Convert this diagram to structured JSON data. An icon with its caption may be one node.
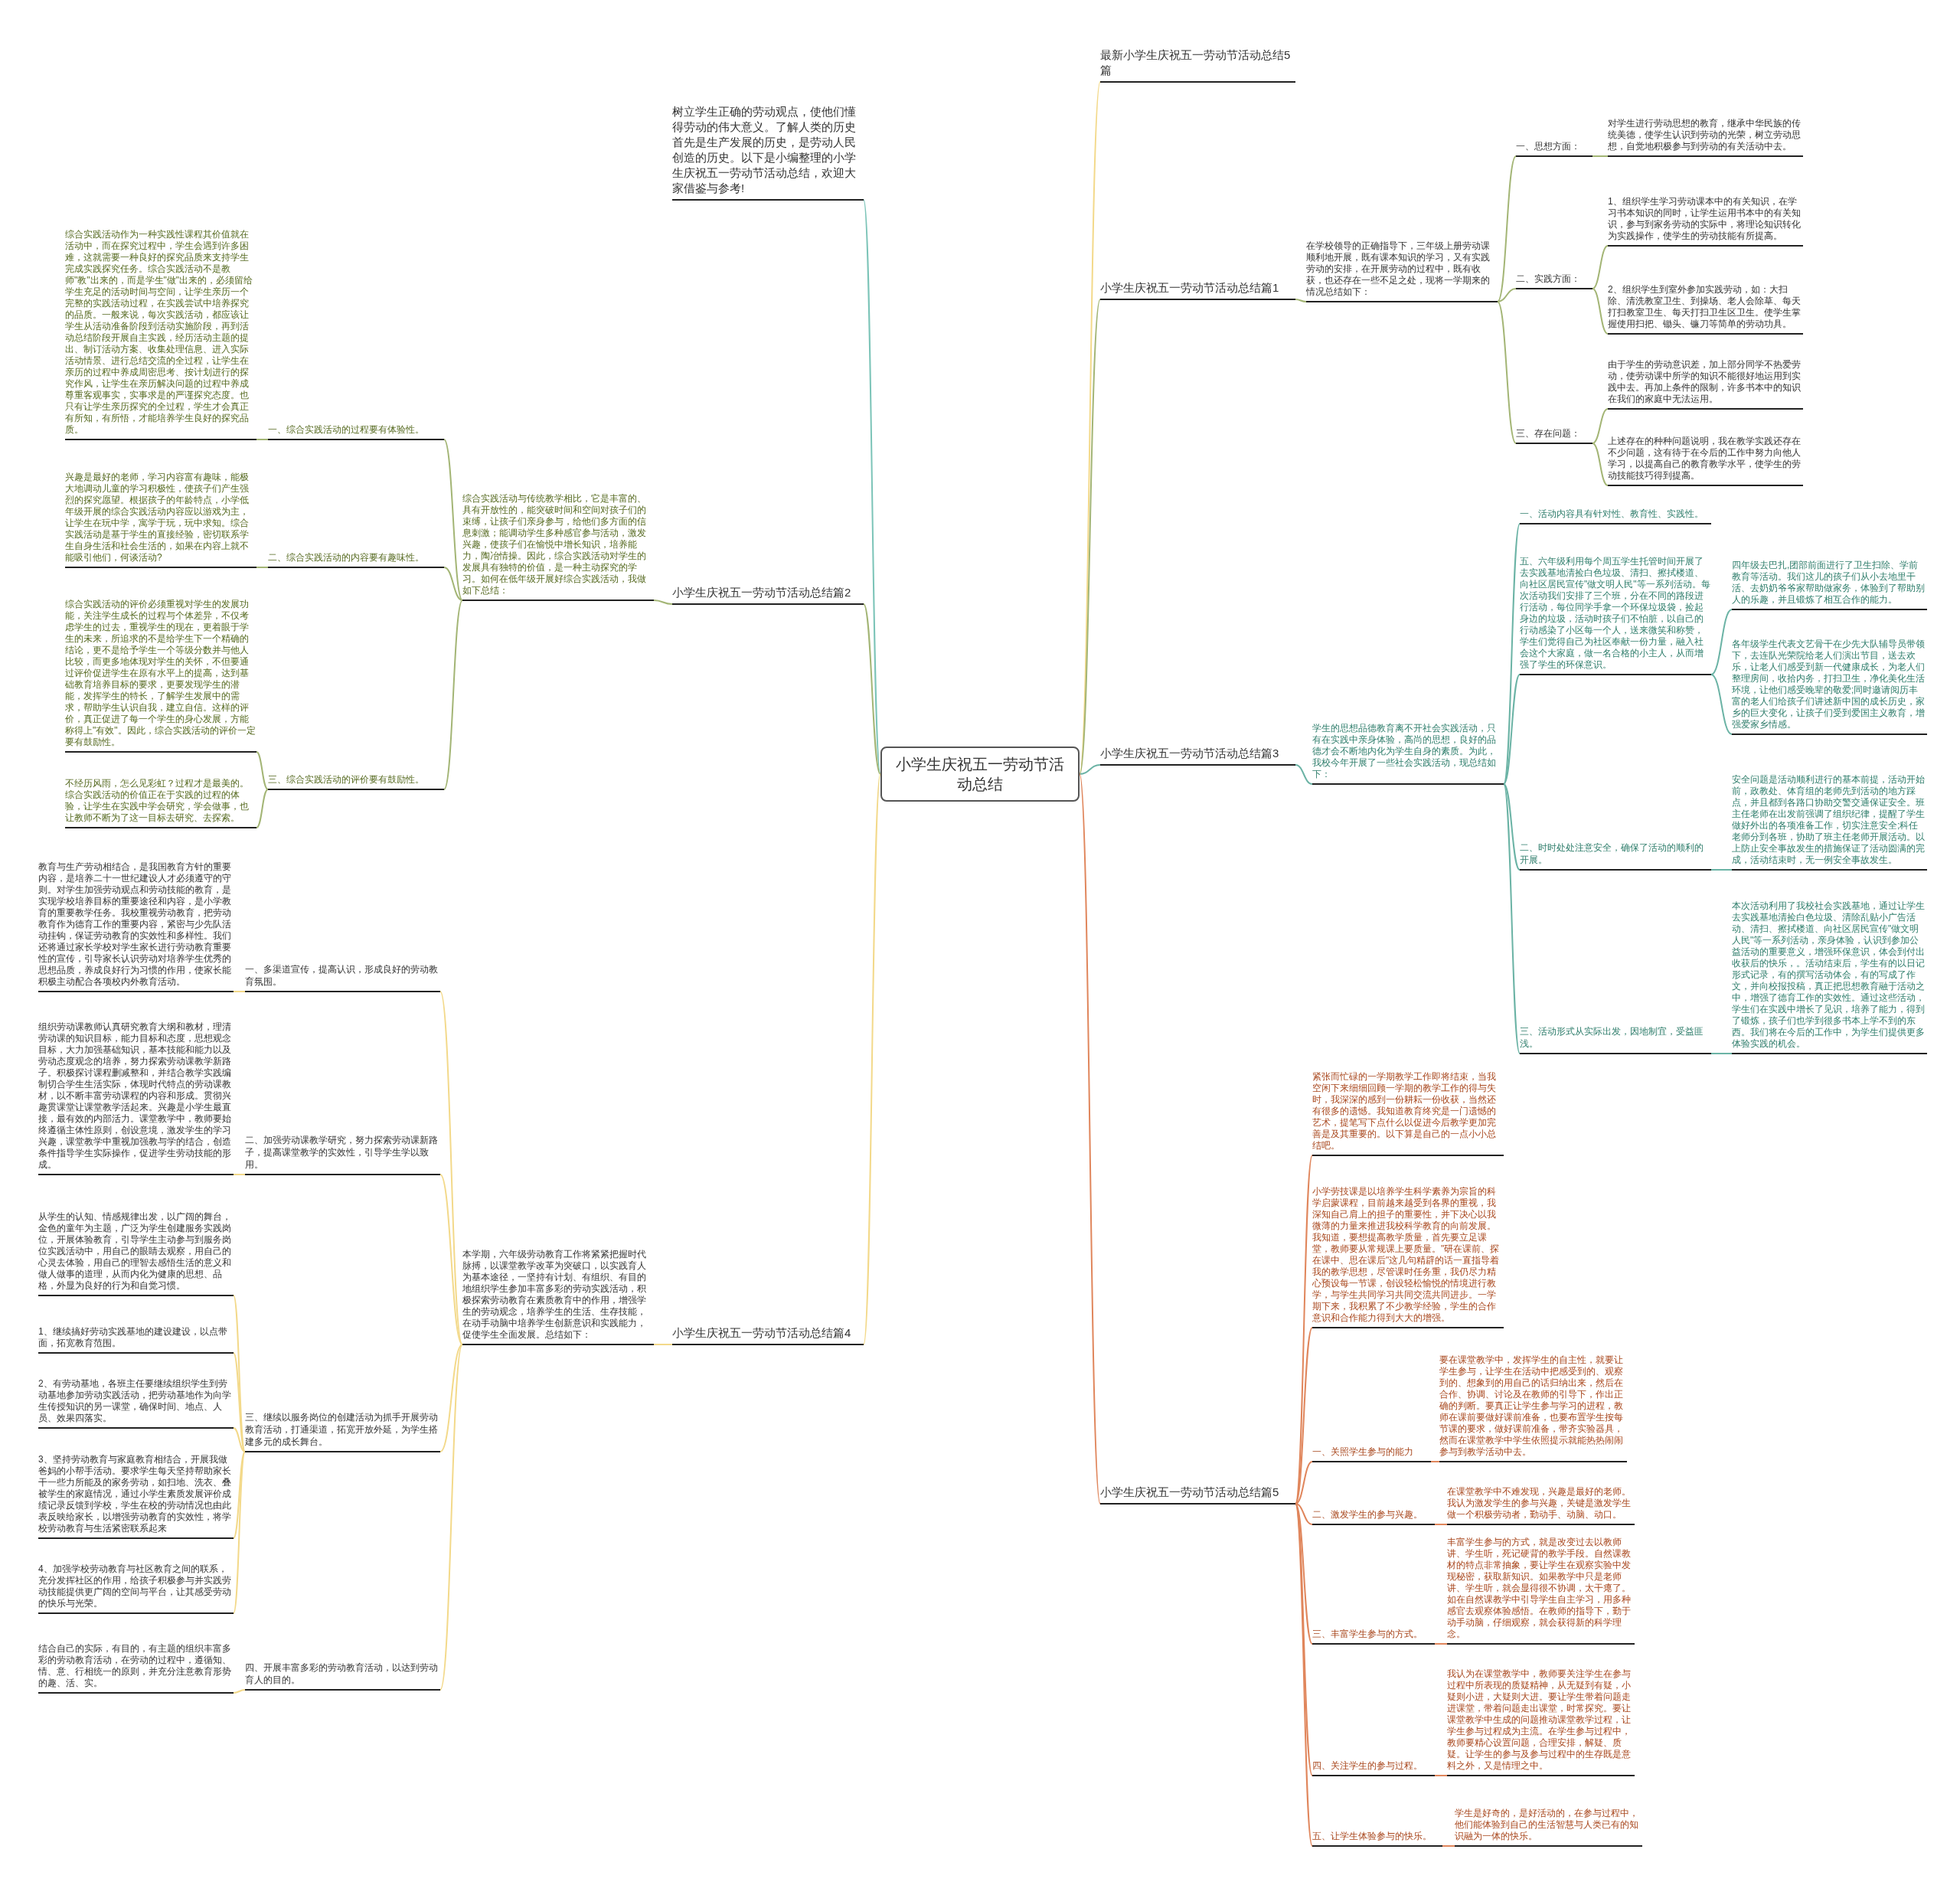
{
  "diagram": {
    "nodes": [
      {
        "text": [
          "小学生庆祝五一劳动节活动总结"
        ]
      },
      {
        "text": [
          "最新小学生庆祝五一劳动节活动总结5篇"
        ]
      },
      {
        "text": [
          "树立学生正确的劳动观点，使他们懂得劳动的伟大意义。了解人类的历史首先是生产发展的历史，是劳动人民创造的历史。以下是小编整理的小学生庆祝五一劳动节活动总结，欢迎大家借鉴与参考!"
        ]
      },
      {
        "text": [
          "小学生庆祝五一劳动节活动总结篇1"
        ]
      },
      {
        "text": [
          "在学校领导的正确指导下，三年级上册劳动课顺利地开展，既有课本知识的学习，又有实践劳动的安排，在开展劳动的过程中，既有收获，也还存在一些不足之处，现将一学期来的情况总结如下："
        ]
      },
      {
        "text": [
          "一、思想方面："
        ]
      },
      {
        "text": [
          "对学生进行劳动思想的教育，继承中华民族的传统美德，使学生认识到劳动的光荣，树立劳动思想，自觉地积极参与到劳动的有关活动中去。"
        ]
      },
      {
        "text": [
          "二、实践方面："
        ]
      },
      {
        "text": [
          "1、组织学生学习劳动课本中的有关知识，在学习书本知识的同时，让学生运用书本中的有关知识，参与到家务劳动的实际中，将理论知识转化为实践操作，使学生的劳动技能有所提高。"
        ]
      },
      {
        "text": [
          "2、组织学生到室外参加实践劳动，如：大扫除、清洗教室卫生、到操场、老人会除草、每天打扫教室卫生、每天打扫卫生区卫生。使学生掌握使用扫把、锄头、镰刀等简单的劳动功具。"
        ]
      },
      {
        "text": [
          "三、存在问题："
        ]
      },
      {
        "text": [
          "由于学生的劳动意识差，加上部分同学不热爱劳动，使劳动课中所学的知识不能很好地运用到实践中去。再加上条件的限制，许多书本中的知识在我们的家庭中无法运用。"
        ]
      },
      {
        "text": [
          "上述存在的种种问题说明，我在教学实践还存在不少问题，这有待于在今后的工作中努力向他人学习，以提高自己的教育教学水平，使学生的劳动技能技巧得到提高。"
        ]
      },
      {
        "text": [
          "小学生庆祝五一劳动节活动总结篇2"
        ]
      },
      {
        "text": [
          "综合实践活动与传统教学相比，它是丰富的、具有开放性的，能突破时间和空间对孩子们的束缚，让孩子们亲身参与，给他们多方面的信息刺激；能调动学生多种感官参与活动，激发兴趣，使孩子们在愉悦中增长知识，培养能力，陶冶情操。因此，综合实践活动对学生的发展具有独特的价值，是一种主动探究的学习。如何在低年级开展好综合实践活动，我做如下总结："
        ]
      },
      {
        "text": [
          "一、综合实践活动的过程要有体验性。"
        ]
      },
      {
        "text": [
          "综合实践活动作为一种实践性课程其价值就在活动中，而在探究过程中，学生会遇到许多困难，这就需要一种良好的探究品质来支持学生完成实践探究任务。综合实践活动不是教师\"教\"出来的，而是学生\"做\"出来的，必须留给学生充足的活动时间与空间，让学生亲历一个完整的实践活动过程，在实践尝试中培养探究的品质。一般来说，每次实践活动，都应该让学生从活动准备阶段到活动实施阶段，再到活动总结阶段开展自主实践，经历活动主题的提出、制订活动方案、收集处理信息、进入实际活动情景、进行总结交流的全过程，让学生在亲历的过程中养成周密思考、按计划进行的探究作风，让学生在亲历解决问题的过程中养成尊重客观事实，实事求是的严谨探究态度。也只有让学生亲历探究的全过程，学生才会真正有所知，有所悟，才能培养学生良好的探究品质。"
        ]
      },
      {
        "text": [
          "二、综合实践活动的内容要有趣味性。"
        ]
      },
      {
        "text": [
          "兴趣是最好的老师，学习内容富有趣味，能极大地调动儿童的学习积极性，使孩子们产生强烈的探究愿望。根据孩子的年龄特点，小学低年级开展的综合实践活动内容应以游戏为主，让学生在玩中学，寓学于玩，玩中求知。综合实践活动是基于学生的直接经验，密切联系学生自身生活和社会生活的，如果在内容上就不能吸引他们，何谈活动?"
        ]
      },
      {
        "text": [
          "三、综合实践活动的评价要有鼓励性。"
        ]
      },
      {
        "text": [
          "综合实践活动的评价必须重视对学生的发展功能，关注学生成长的过程与个体差异，不仅考虑学生的过去，重视学生的现在，更着眼于学生的未来，所追求的不是给学生下一个精确的结论，更不是给予学生一个等级分数并与他人比较，而更多地体现对学生的关怀，不但要通过评价促进学生在原有水平上的提高，达到基础教育培养目标的要求，更要发现学生的潜能，发挥学生的特长，了解学生发展中的需求，帮助学生认识自我，建立自信。这样的评价，真正促进了每一个学生的身心发展，方能称得上\"有效\"。因此，综合实践活动的评价一定要有鼓励性。"
        ]
      },
      {
        "text": [
          "不经历风雨，怎么见彩虹？过程才是最美的。综合实践活动的价值正在于实践的过程的体验，让学生在实践中学会研究，学会做事，也让教师不断为了这一目标去研究、去探索。"
        ]
      },
      {
        "text": [
          "小学生庆祝五一劳动节活动总结篇3"
        ]
      },
      {
        "text": [
          "学生的思想品德教育离不开社会实践活动，只有在实践中亲身体验，高尚的思想，良好的品德才会不断地内化为学生自身的素质。为此，我校今年开展了一些社会实践活动，现总结如下："
        ]
      },
      {
        "text": [
          "一、活动内容具有针对性、教育性、实践性。"
        ]
      },
      {
        "text": [
          "五、六年级利用每个周五学生托管时间开展了去实践基地清捡白色垃圾、清扫、擦拭楼道、向社区居民宣传\"做文明人民\"等一系列活动。每次活动我们安排了三个班，分在不同的路段进行活动，每位同学手拿一个环保垃圾袋，捡起身边的垃圾，活动时孩子们不怕脏，以自己的行动感染了小区每一个人，送来微笑和称赞，学生们觉得自己为社区奉献一份力量，融入社会这个大家庭，做一名合格的小主人，从而增强了学生的环保意识。"
        ]
      },
      {
        "text": [
          "四年级去巴扎,团部前面进行了卫生扫除、学前教育等活动。我们这儿的孩子们从小去地里干活、去奶奶爷爷家帮助做家务，体验到了帮助别人的乐趣，并且锻炼了相互合作的能力。"
        ]
      },
      {
        "text": [
          "各年级学生代表文艺骨干在少先大队辅导员带领下，去连队光荣院给老人们演出节目，送去欢乐，让老人们感受到新一代健康成长，为老人们整理房间，收拾内务，打扫卫生，净化美化生活环境，让他们感受晚辈的敬爱;同时邀请阅历丰富的老人们给孩子们讲述新中国的成长历史，家乡的巨大变化，让孩子们受到爱国主义教育，增强爱家乡情感。"
        ]
      },
      {
        "text": [
          "二、时时处处注意安全，确保了活动的顺利的开展。"
        ]
      },
      {
        "text": [
          "安全问题是活动顺利进行的基本前提，活动开始前，政教处、体育组的老师先到活动的地方踩点，并且都到各路口协助交警交通保证安全。班主任老师在出发前强调了组织纪律，提醒了学生做好外出的各项准备工作，切实注意安全;科任老师分到各班，协助了班主任老师开展活动。以上防止安全事故发生的措施保证了活动圆满的完成，活动结束时，无一例安全事故发生。"
        ]
      },
      {
        "text": [
          "三、活动形式从实际出发，因地制宜，受益匪浅。"
        ]
      },
      {
        "text": [
          "本次活动利用了我校社会实践基地，通过让学生去实践基地清捡白色垃圾、清除乱贴小广告活动、清扫、擦拭楼道、向社区居民宣传\"做文明人民\"等一系列活动，亲身体验，认识到参加公益活动的重要意义，增强环保意识，体会到付出收获后的快乐，。活动结束后，学生有的以日记形式记录，有的撰写活动体会，有的写成了作文，并向校报投稿，真正把思想教育融于活动之中，增强了德育工作的实效性。通过这些活动，学生们在实践中增长了见识，培养了能力，得到了锻炼，孩子们也学到很多书本上学不到的东西。我们将在今后的工作中，为学生们提供更多体验实践的机会。"
        ]
      },
      {
        "text": [
          "小学生庆祝五一劳动节活动总结篇4"
        ]
      },
      {
        "text": [
          "本学期，六年级劳动教育工作将紧紧把握时代脉搏，以课堂教学改革为突破口，以实践育人为基本途径，一坚持有计划、有组织、有目的地组织学生参加丰富多彩的劳动实践活动，积极探索劳动教育在素质教育中的作用，增强学生的劳动观念，培养学生的生活、生存技能，在动手动脑中培养学生创新意识和实践能力，促使学生全面发展。总结如下："
        ]
      },
      {
        "text": [
          "一、多渠道宣传，提高认识，形成良好的劳动教育氛围。"
        ]
      },
      {
        "text": [
          "教育与生产劳动相结合，是我国教育方针的重要内容，是培养二十一世纪建设人才必须遵守的守则。对学生加强劳动观点和劳动技能的教育，是实现学校培养目标的重要途径和内容，是小学教育的重要教学任务。我校重视劳动教育，把劳动教育作为德育工作的重要内容，紧密与少先队活动挂钩，保证劳动教育的实效性和多样性。我们还将通过家长学校对学生家长进行劳动教育重要性的宣传，引导家长认识劳动对培养学生优秀的思想品质，养成良好行为习惯的作用，使家长能积极主动配合各项校内外教育活动。"
        ]
      },
      {
        "text": [
          "二、加强劳动课教学研究，努力探索劳动课新路子，提高课堂教学的实效性，引导学生学以致用。"
        ]
      },
      {
        "text": [
          "组织劳动课教师认真研究教育大纲和教材，理清劳动课的知识目标，能力目标和态度，思想观念目标，大力加强基础知识，基本技能和能力以及劳动态度观念的培养，努力探索劳动课教学新路子。积极探讨课程删减整和，并结合教学实践编制切合学生生活实际，体现时代特点的劳动课教材，以不断丰富劳动课程的内容和形成。贯彻兴趣贯课堂让课堂教学活起来。兴趣是小学生最直接，最有效的内部活力。课堂教学中，教师要始终遵循主体性原则，创设意境，激发学生的学习兴趣，课堂教学中重视加强教与学的结合，创造条件指导学生实际操作，促进学生劳动技能的形成。"
        ]
      },
      {
        "text": [
          "三、继续以服务岗位的创建活动为抓手开展劳动教育活动，打通渠道，拓宽开放外延，为学生搭建多元的成长舞台。"
        ]
      },
      {
        "text": [
          "从学生的认知、情感规律出发，以广阔的舞台，金色的童年为主题，广泛为学生创建服务实践岗位，开展体验教育，引导学生主动参与到服务岗位实践活动中，用自己的眼睛去观察，用自己的心灵去体验，用自己的理智去感悟生活的意义和做人做事的道理，从而内化为健康的思想、品格，外显为良好的行为和自觉习惯。"
        ]
      },
      {
        "text": [
          "1、继续搞好劳动实践基地的建设建设，以点带面，拓宽教育范围。"
        ]
      },
      {
        "text": [
          "2、有劳动基地，各班主任要继续组织学生到劳动基地参加劳动实践活动，把劳动基地作为向学生传授知识的另一课堂，确保时间、地点、人员、效果四落实。"
        ]
      },
      {
        "text": [
          "3、坚持劳动教育与家庭教育相结合，开展我做爸妈的小帮手活动。要求学生每天坚持帮助家长干一些力所能及的家务劳动，如扫地、洗衣、叠被学生的家庭情况，通过小学生素质发展评价成绩记录反馈到学校，学生在校的劳动情况也由此表反映给家长，以增强劳动教育的实效性，将学校劳动教育与生活紧密联系起来"
        ]
      },
      {
        "text": [
          "4、加强学校劳动教育与社区教育之间的联系，充分发挥社区的作用，给孩子积极参与并实践劳动技能提供更广阔的空间与平台，让其感受劳动的快乐与光荣。"
        ]
      },
      {
        "text": [
          "四、开展丰富多彩的劳动教育活动，以达到劳动育人的目的。"
        ]
      },
      {
        "text": [
          "结合自己的实际，有目的，有主题的组织丰富多彩的劳动教育活动，在劳动的过程中，遵循知、情、意、行相统一的原则，并充分注意教育形势的趣、活、实。"
        ]
      },
      {
        "text": [
          "小学生庆祝五一劳动节活动总结篇5"
        ]
      },
      {
        "text": [
          "紧张而忙碌的一学期教学工作即将结束，当我空闲下来细细回顾一学期的教学工作的得与失时，我深深的感到一份耕耘一份收获，当然还有很多的遗憾。我知道教育终究是一门遗憾的艺术，提笔写下点什么以促进今后教学更加完善是及其重要的。以下算是自己的一点小小总结吧。"
        ]
      },
      {
        "text": [
          "小学劳技课是以培养学生科学素养为宗旨的科学启蒙课程，目前越来越受到各界的重视，我深知自己肩上的担子的重要性，并下决心以我微薄的力量来推进我校科学教育的向前发展。我知道，要想提高教学质量，首先要立足课堂，教师要从常规课上要质量。\"研在课前、探在课中、思在课后\"这几句精辟的话一直指导着我的教学思想，尽管课时任务重，我仍尽力精心预设每一节课，创设轻松愉悦的情境进行教学，与学生共同学习共同交流共同进步。一学期下来，我积累了不少教学经验，学生的合作意识和合作能力得到大大的增强。"
        ]
      },
      {
        "text": [
          "一、关照学生参与的能力"
        ]
      },
      {
        "text": [
          "要在课堂教学中，发挥学生的自主性，就要让学生参与，让学生在活动中把感受到的、观察到的、想象到的用自己的话归纳出来，然后在合作、协调、讨论及在教师的引导下，作出正确的判断。要真正让学生参与学习的进程，教师在课前要做好课前准备，也要布置学生按每节课的要求，做好课前准备，带齐实验器具，然而在课堂教学中学生依照提示就能热热闹闹参与到教学活动中去。"
        ]
      },
      {
        "text": [
          "二、激发学生的参与兴趣。"
        ]
      },
      {
        "text": [
          "在课堂教学中不难发现，兴趣是最好的老师。我认为激发学生的参与兴趣，关键是激发学生做一个积极劳动者，勤动手、动脑、动口。"
        ]
      },
      {
        "text": [
          "三、丰富学生参与的方式。"
        ]
      },
      {
        "text": [
          "丰富学生参与的方式，就是改变过去以教师讲、学生听，死记硬背的教学手段。自然课教材的特点非常抽象，要让学生在观察实验中发现秘密，获取新知识。如果教学中只是老师讲、学生听，就会显得很不协调，太干瘪了。如在自然课教学中引导学生自主学习，用多种感官去观察体验感悟。在教师的指导下，勤于动手动脑，仔细观察，就会获得新的科学理念。"
        ]
      },
      {
        "text": [
          "四、关注学生的参与过程。"
        ]
      },
      {
        "text": [
          "我认为在课堂教学中，教师要关注学生在参与过程中所表现的质疑精神，从无疑到有疑，小疑则小进，大疑则大进。要让学生带着问题走进课堂，带着问题走出课堂，时常探究。要让课堂教学中生成的问题推动课堂教学过程，让学生参与过程成为主流。在学生参与过程中，教师要精心设置问题，合理安排，解疑、质疑。让学生的参与及参与过程中的生存既是意料之外，又是情理之中。"
        ]
      },
      {
        "text": [
          "五、让学生体验参与的快乐。"
        ]
      },
      {
        "text": [
          "学生是好奇的，是好活动的，在参与过程中，他们能体验到自己的生活智慧与人类已有的知识融为一体的快乐。"
        ]
      }
    ],
    "edges": [
      {
        "from": 0,
        "to": 1,
        "arrow": "none",
        "color": "#f3d98a"
      },
      {
        "from": 0,
        "to": 2,
        "arrow": "none",
        "color": "#7cc4b8"
      },
      {
        "from": 0,
        "to": 3,
        "arrow": "none",
        "color": "#a3b575"
      },
      {
        "from": 3,
        "to": 4,
        "arrow": "none",
        "color": "#a3b575"
      },
      {
        "from": 4,
        "to": 5,
        "arrow": "none",
        "color": "#a3b575"
      },
      {
        "from": 5,
        "to": 6,
        "arrow": "none",
        "color": "#a3b575"
      },
      {
        "from": 4,
        "to": 7,
        "arrow": "none",
        "color": "#a3b575"
      },
      {
        "from": 7,
        "to": 8,
        "arrow": "none",
        "color": "#a3b575"
      },
      {
        "from": 7,
        "to": 9,
        "arrow": "none",
        "color": "#a3b575"
      },
      {
        "from": 4,
        "to": 10,
        "arrow": "none",
        "color": "#a3b575"
      },
      {
        "from": 10,
        "to": 11,
        "arrow": "none",
        "color": "#a3b575"
      },
      {
        "from": 10,
        "to": 12,
        "arrow": "none",
        "color": "#a3b575"
      },
      {
        "from": 0,
        "to": 13,
        "arrow": "none",
        "color": "#a3b575"
      },
      {
        "from": 13,
        "to": 14,
        "arrow": "none",
        "color": "#a3b575"
      },
      {
        "from": 14,
        "to": 15,
        "arrow": "none",
        "color": "#a3b575"
      },
      {
        "from": 15,
        "to": 16,
        "arrow": "none",
        "color": "#a3b575"
      },
      {
        "from": 14,
        "to": 17,
        "arrow": "none",
        "color": "#a3b575"
      },
      {
        "from": 17,
        "to": 18,
        "arrow": "none",
        "color": "#a3b575"
      },
      {
        "from": 14,
        "to": 19,
        "arrow": "none",
        "color": "#a3b575"
      },
      {
        "from": 19,
        "to": 20,
        "arrow": "none",
        "color": "#a3b575"
      },
      {
        "from": 19,
        "to": 21,
        "arrow": "none",
        "color": "#a3b575"
      },
      {
        "from": 0,
        "to": 22,
        "arrow": "none",
        "color": "#6bb3a5"
      },
      {
        "from": 22,
        "to": 23,
        "arrow": "none",
        "color": "#6bb3a5"
      },
      {
        "from": 23,
        "to": 24,
        "arrow": "none",
        "color": "#6bb3a5"
      },
      {
        "from": 23,
        "to": 25,
        "arrow": "none",
        "color": "#6bb3a5"
      },
      {
        "from": 25,
        "to": 26,
        "arrow": "none",
        "color": "#6bb3a5"
      },
      {
        "from": 25,
        "to": 27,
        "arrow": "none",
        "color": "#6bb3a5"
      },
      {
        "from": 23,
        "to": 28,
        "arrow": "none",
        "color": "#6bb3a5"
      },
      {
        "from": 28,
        "to": 29,
        "arrow": "none",
        "color": "#6bb3a5"
      },
      {
        "from": 23,
        "to": 30,
        "arrow": "none",
        "color": "#6bb3a5"
      },
      {
        "from": 30,
        "to": 31,
        "arrow": "none",
        "color": "#6bb3a5"
      },
      {
        "from": 0,
        "to": 32,
        "arrow": "none",
        "color": "#f3d98a"
      },
      {
        "from": 32,
        "to": 33,
        "arrow": "none",
        "color": "#f3d98a"
      },
      {
        "from": 33,
        "to": 34,
        "arrow": "none",
        "color": "#f3d98a"
      },
      {
        "from": 34,
        "to": 35,
        "arrow": "none",
        "color": "#f3d98a"
      },
      {
        "from": 33,
        "to": 36,
        "arrow": "none",
        "color": "#f3d98a"
      },
      {
        "from": 36,
        "to": 37,
        "arrow": "none",
        "color": "#f3d98a"
      },
      {
        "from": 33,
        "to": 38,
        "arrow": "none",
        "color": "#f3d98a"
      },
      {
        "from": 38,
        "to": 39,
        "arrow": "none",
        "color": "#f3d98a"
      },
      {
        "from": 38,
        "to": 40,
        "arrow": "none",
        "color": "#f3d98a"
      },
      {
        "from": 38,
        "to": 41,
        "arrow": "none",
        "color": "#f3d98a"
      },
      {
        "from": 38,
        "to": 42,
        "arrow": "none",
        "color": "#f3d98a"
      },
      {
        "from": 38,
        "to": 43,
        "arrow": "none",
        "color": "#f3d98a"
      },
      {
        "from": 33,
        "to": 44,
        "arrow": "none",
        "color": "#f3d98a"
      },
      {
        "from": 44,
        "to": 45,
        "arrow": "none",
        "color": "#f3d98a"
      },
      {
        "from": 0,
        "to": 46,
        "arrow": "none",
        "color": "#e0865c"
      },
      {
        "from": 46,
        "to": 47,
        "arrow": "none",
        "color": "#e0865c"
      },
      {
        "from": 46,
        "to": 48,
        "arrow": "none",
        "color": "#e0865c"
      },
      {
        "from": 46,
        "to": 49,
        "arrow": "none",
        "color": "#e0865c"
      },
      {
        "from": 49,
        "to": 50,
        "arrow": "none",
        "color": "#e0865c"
      },
      {
        "from": 46,
        "to": 51,
        "arrow": "none",
        "color": "#e0865c"
      },
      {
        "from": 51,
        "to": 52,
        "arrow": "none",
        "color": "#e0865c"
      },
      {
        "from": 46,
        "to": 53,
        "arrow": "none",
        "color": "#e0865c"
      },
      {
        "from": 53,
        "to": 54,
        "arrow": "none",
        "color": "#e0865c"
      },
      {
        "from": 46,
        "to": 55,
        "arrow": "none",
        "color": "#e0865c"
      },
      {
        "from": 55,
        "to": 56,
        "arrow": "none",
        "color": "#e0865c"
      },
      {
        "from": 46,
        "to": 57,
        "arrow": "none",
        "color": "#e0865c"
      },
      {
        "from": 57,
        "to": 58,
        "arrow": "none",
        "color": "#e0865c"
      }
    ]
  }
}
